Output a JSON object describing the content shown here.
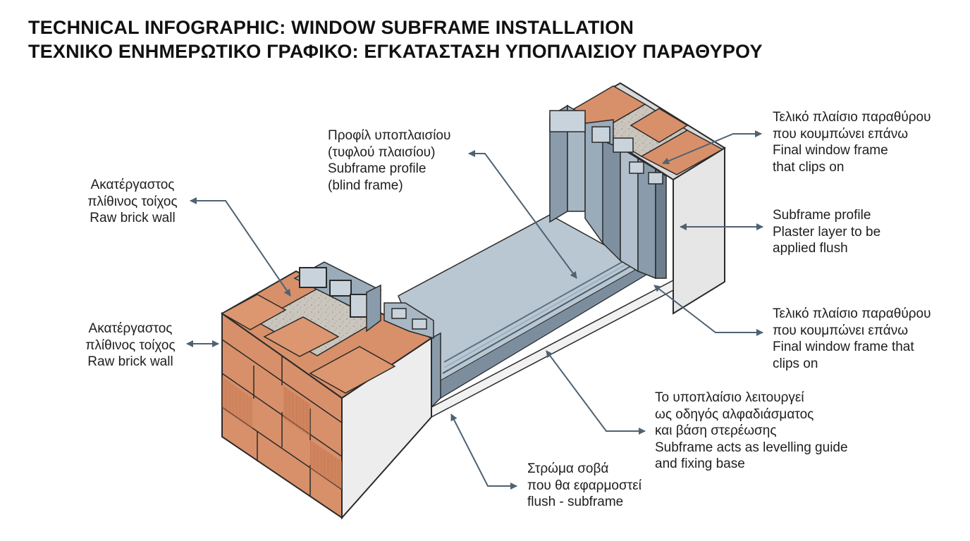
{
  "title": {
    "en": "TECHNICAL INFOGRAPHIC: WINDOW SUBFRAME INSTALLATION",
    "el": "ΤΕΧΝΙΚΟ ΕΝΗΜΕΡΩΤΙΚΟ ΓΡΑΦΙΚΟ: ΕΓΚΑΤΑΣΤΑΣΗ ΥΠΟΠΛΑΙΣΙΟΥ ΠΑΡΑΘΥΡΟΥ"
  },
  "labels": {
    "subframe_profile_top": [
      "Προφίλ υποπλαισίου",
      "(τυφλού πλαισίου)",
      "Subframe profile",
      "(blind frame)"
    ],
    "brick_wall_upper": [
      "Ακατέργαστος",
      "πλίθινος τοίχος",
      "Raw brick wall"
    ],
    "brick_wall_lower": [
      "Ακατέργαστος",
      "πλίθινος τοίχος",
      "Raw brick wall"
    ],
    "final_frame_upper": [
      "Τελικό πλαίσιο παραθύρου",
      "που κουμπώνει επάνω",
      "Final window frame",
      "that clips on"
    ],
    "subframe_profile_right": [
      "Subframe profile",
      "Plaster layer to be",
      "applied flush"
    ],
    "final_frame_lower": [
      "Τελικό πλαίσιο παραθύρου",
      "που κουμπώνει επάνω",
      "Final window frame that",
      "clips on"
    ],
    "levelling_guide": [
      "Το υποπλαίσιο λειτουργεί",
      "ως οδηγός αλφαδιάσματος",
      "και βάση στερέωσης",
      "Subframe acts as levelling guide",
      "and fixing base"
    ],
    "plaster_layer": [
      "Στρώμα σοβά",
      "που θα εφαρμοστεί",
      "flush - subframe"
    ]
  },
  "icons": [
    "arrow-icon",
    "double-arrow-icon"
  ],
  "colors": {
    "brick": "#d8906a",
    "brick_dark": "#b8704c",
    "mortar": "#c8c2b8",
    "plaster": "#e9e9e9",
    "profile": "#8a9bab",
    "profile_dark": "#5f7182",
    "arrow": "#4f6272"
  }
}
